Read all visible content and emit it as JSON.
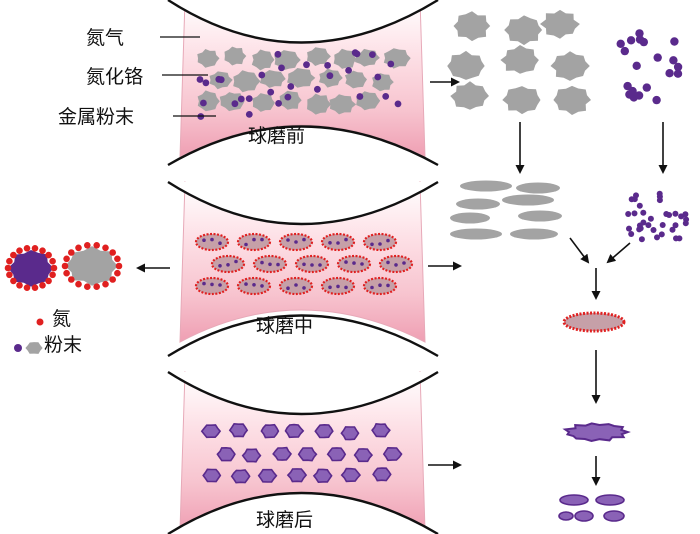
{
  "labels": {
    "nitrogen_gas": "氮气",
    "chromium_nitride": "氮化铬",
    "metal_powder": "金属粉末",
    "before": "球磨前",
    "during": "球磨中",
    "after": "球磨后",
    "legend_nitrogen": "氮",
    "legend_powder": "粉末"
  },
  "colors": {
    "powder_gray": "#a3a3a3",
    "crn_purple": "#5a2a8c",
    "nitrogen_red": "#e02020",
    "vial_pink": "#f7c4cf",
    "after_purple": "#8a62b6"
  }
}
